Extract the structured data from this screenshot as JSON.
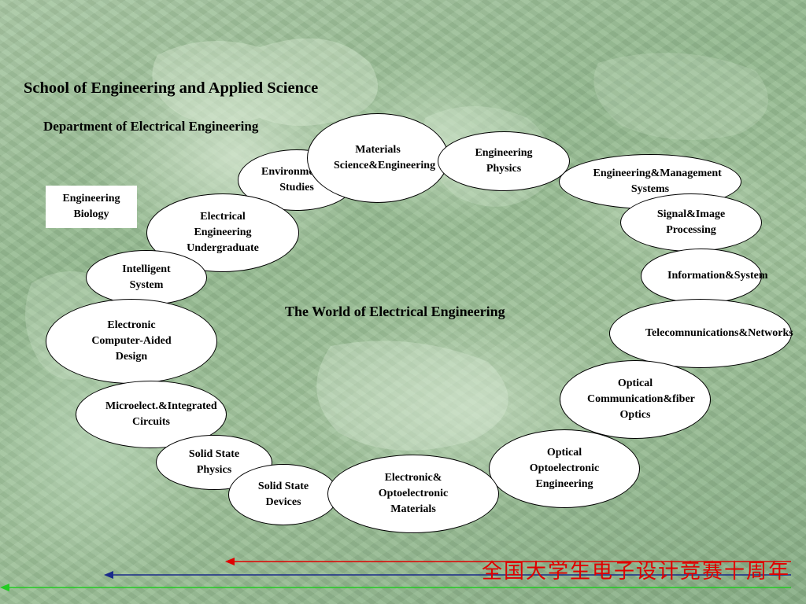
{
  "slide": {
    "school_title": "School of Engineering and Applied Science",
    "department_title": "Department of Electrical Engineering",
    "center_title": "The World of Electrical Engineering",
    "boxed_label": "Engineering Biology",
    "footer_text": "全国大学生电子设计竞赛十周年"
  },
  "nodes": {
    "environmental_studies": "Environmental Studies",
    "materials": "Materials Science&Engineering",
    "engineering_physics": "Engineering Physics",
    "engineering_management": "Engineering&Management Systems",
    "signal_image": "Signal&Image Processing",
    "information_system": "Information&System",
    "telecom": "Telecomnunications&Networks",
    "optical_comm": "Optical Communication&fiber Optics",
    "optical_opto": "Optical Optoelectronic Engineering",
    "electronic_opto_materials": "Electronic& Optoelectronic Materials",
    "solid_state_devices": "Solid State Devices",
    "solid_state_physics": "Solid State Physics",
    "microelect": "Microelect.&Integrated Circuits",
    "ecad": "Electronic Computer-Aided Design",
    "intelligent_system": "Intelligent System",
    "ee_undergrad": "Electrical Engineering Undergraduate"
  },
  "colors": {
    "background_green": "#9fc29a",
    "arrow_red": "#e00000",
    "arrow_blue": "#1a2a8a",
    "arrow_green": "#22cc22",
    "footer_red": "#e00000"
  }
}
